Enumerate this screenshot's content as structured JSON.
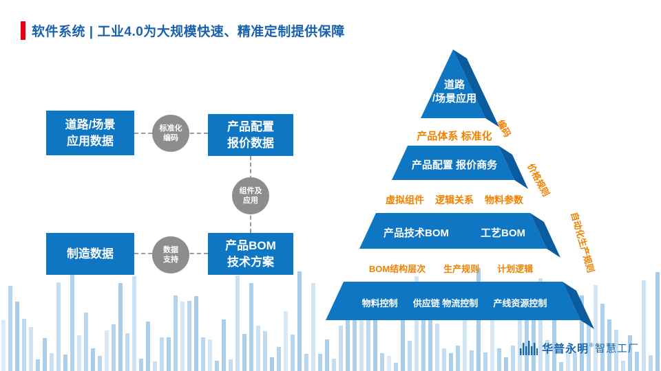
{
  "header": {
    "title": "软件系统 | 工业4.0为大规模快速、精准定制提供保障",
    "accent_color": "#e60012",
    "title_color": "#1961ac"
  },
  "flowchart": {
    "boxes": [
      {
        "label": "道路/场景\n应用数据"
      },
      {
        "label": "产品配置\n报价数据"
      },
      {
        "label": "制造数据"
      },
      {
        "label": "产品BOM\n技术方案"
      }
    ],
    "connectors": [
      {
        "label": "标准化\n编码"
      },
      {
        "label": "组件及\n应用"
      },
      {
        "label": "数据\n支持"
      }
    ]
  },
  "pyramid": {
    "blue": "#0f76c4",
    "blue_dark": "#0a5c9e",
    "orange": "#ef8200",
    "layers": [
      {
        "items": [
          "道路\n/场景应用"
        ]
      },
      {
        "items": [
          "产品配置  报价商务"
        ]
      },
      {
        "items": [
          "产品技术BOM",
          "工艺BOM"
        ]
      },
      {
        "items": [
          "物料控制",
          "供应链  物流控制",
          "产线资源控制"
        ]
      }
    ],
    "gaps": [
      {
        "items": [
          "产品体系  标准化"
        ]
      },
      {
        "items": [
          "虚拟组件",
          "逻辑关系",
          "物料参数"
        ]
      },
      {
        "items": [
          "BOM结构层次",
          "生产规则",
          "计划逻辑"
        ]
      }
    ],
    "side_labels": [
      "编码",
      "价格规则",
      "自动化生产规则"
    ]
  },
  "footer": {
    "brand": "华普永明",
    "reg_mark": "®",
    "brand_suffix": "智慧工厂"
  }
}
